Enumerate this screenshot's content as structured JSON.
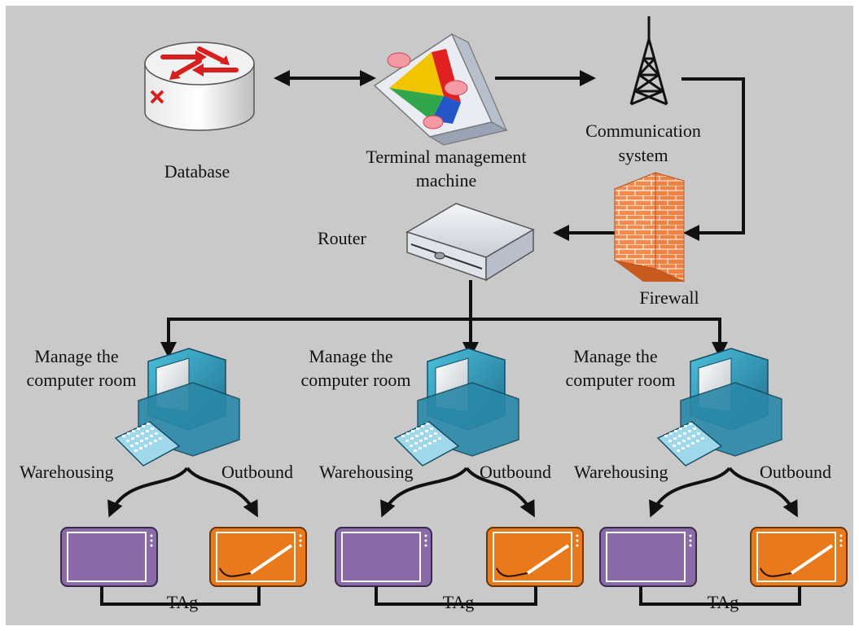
{
  "colors": {
    "background": "#c9c9c9",
    "frame": "#ffffff",
    "arrow": "#111111",
    "firewall": "#f07a3a",
    "tablet_purple": "#8a6aa8",
    "tablet_orange": "#e87a1c",
    "computer_teal": "#2f94b5"
  },
  "nodes": {
    "database": "Database",
    "terminal_line1": "Terminal management",
    "terminal_line2": "machine",
    "comm_line1": "Communication",
    "comm_line2": "system",
    "router": "Router",
    "firewall": "Firewall"
  },
  "groups": [
    {
      "room_line1": "Manage the",
      "room_line2": "computer room",
      "left": "Warehousing",
      "right": "Outbound",
      "tag": "TAg"
    },
    {
      "room_line1": "Manage the",
      "room_line2": "computer room",
      "left": "Warehousing",
      "right": "Outbound",
      "tag": "TAg"
    },
    {
      "room_line1": "Manage the",
      "room_line2": "computer room",
      "left": "Warehousing",
      "right": "Outbound",
      "tag": "TAg"
    }
  ],
  "icons": {
    "database": "database-icon",
    "terminal": "terminal-management-icon",
    "tower": "antenna-tower-icon",
    "router": "router-icon",
    "firewall": "firewall-icon",
    "computer": "computer-icon",
    "tablet": "tablet-icon"
  }
}
